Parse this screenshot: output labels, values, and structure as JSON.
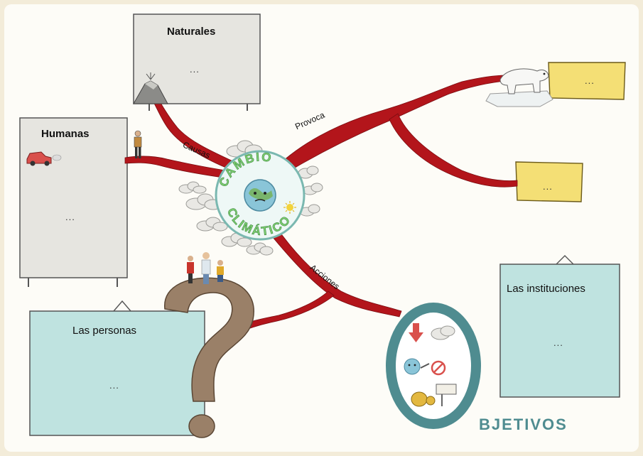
{
  "center": {
    "word_top": "CAMBIO",
    "word_bottom": "CLIMÁTICO"
  },
  "branches": {
    "causes": "Causas",
    "provokes": "Provoca",
    "actions": "Acciones"
  },
  "boards": {
    "natural": {
      "title": "Naturales",
      "body": "..."
    },
    "human": {
      "title": "Humanas",
      "body": "..."
    },
    "people": {
      "title": "Las personas",
      "body": "..."
    },
    "institutions": {
      "title": "Las instituciones",
      "body": "..."
    },
    "note1": {
      "body": "..."
    },
    "note2": {
      "body": "..."
    }
  },
  "objectives": {
    "label": "BJETIVOS"
  },
  "colors": {
    "branch": "#b3151b",
    "board_grey": "#e6e5e0",
    "board_teal": "#bfe3e0",
    "note_yellow": "#f4df75",
    "ring_teal": "#4f8c90",
    "center_green": "#7fcf73"
  }
}
